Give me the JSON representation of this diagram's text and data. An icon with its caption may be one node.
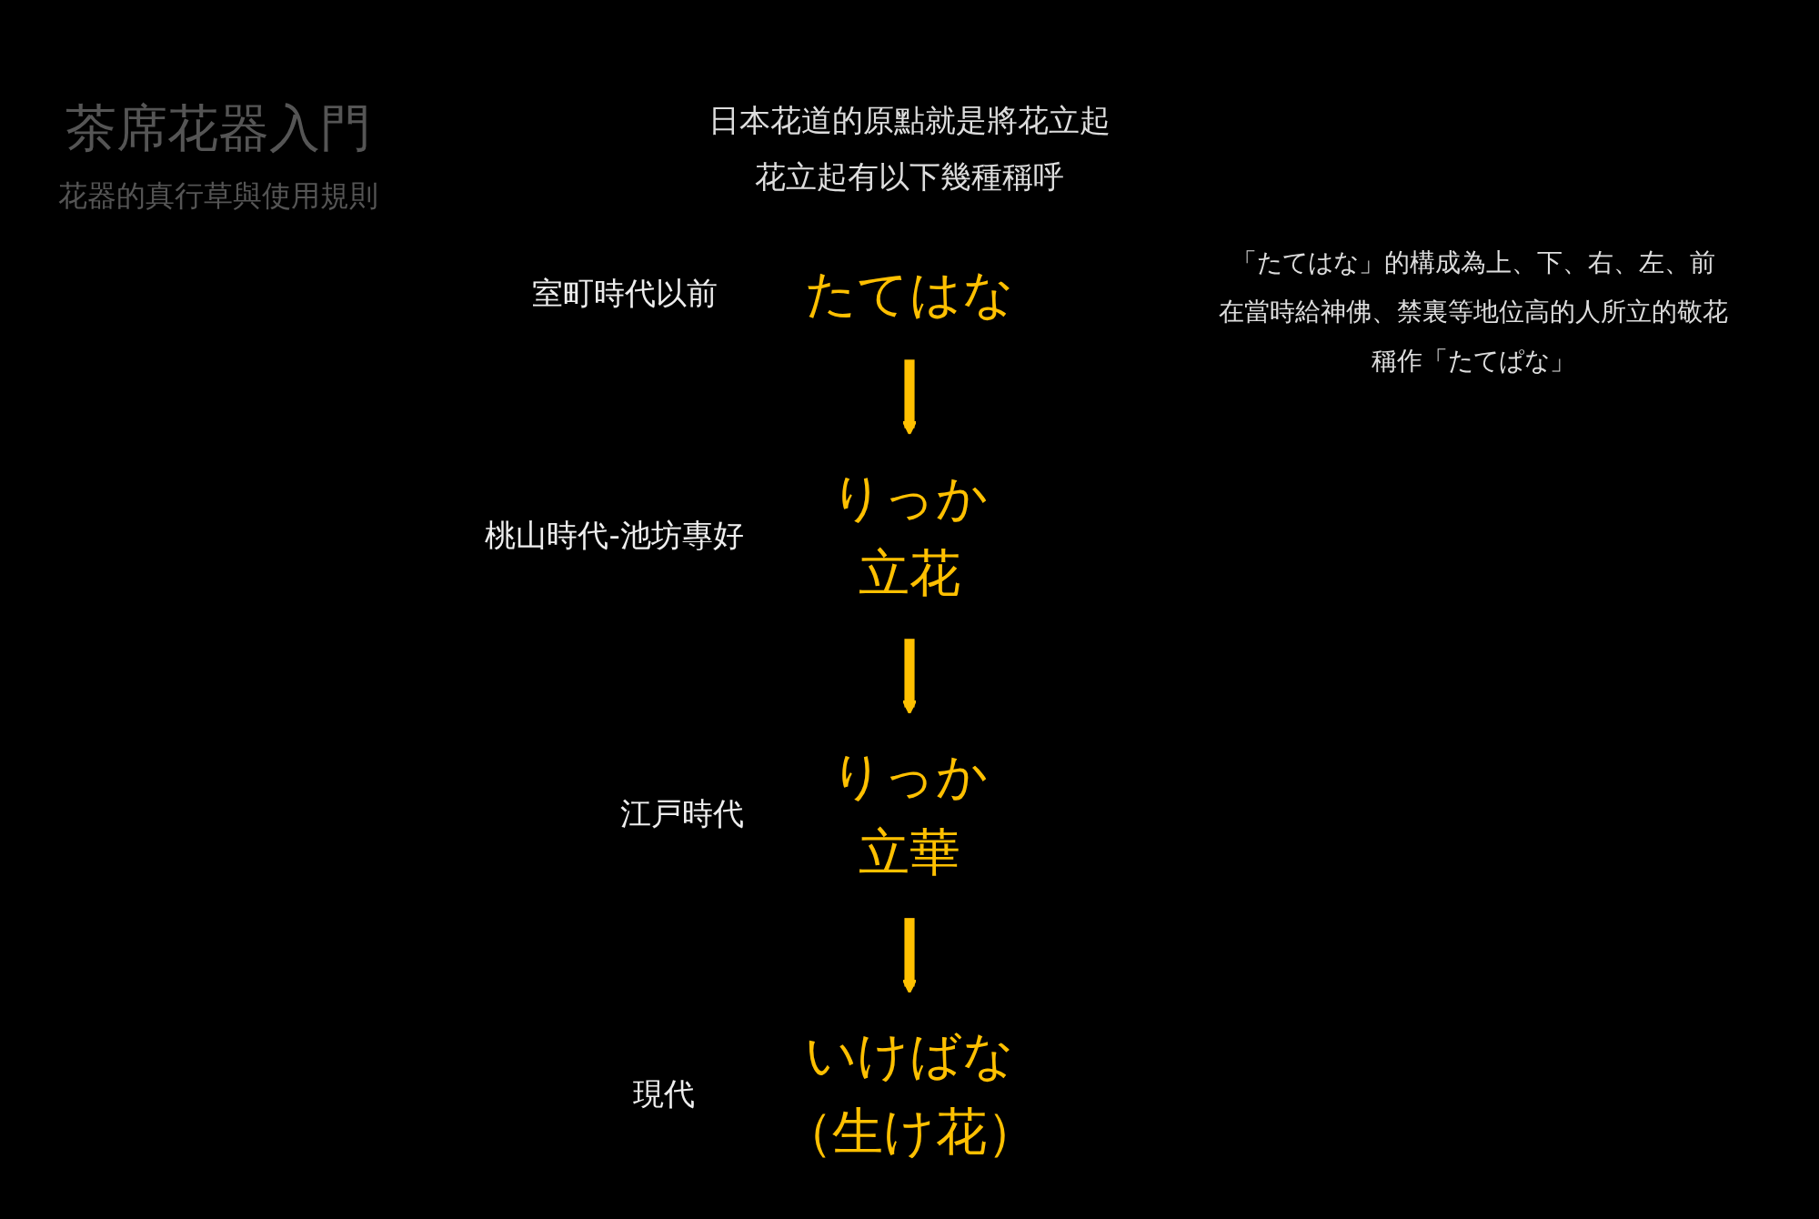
{
  "diagram": {
    "title": "茶席花器入門",
    "nodes": [
      {
        "text": [
          "たてはな"
        ],
        "beside": [
          "室町時代以前"
        ]
      },
      {
        "text": [
          "りっか",
          "立花"
        ],
        "beside": [
          "桃山時代-池坊專好"
        ]
      },
      {
        "text": [
          "りっか",
          "立華"
        ],
        "beside": [
          "江戸時代"
        ]
      },
      {
        "text": [
          "いけばな",
          "（生け花）"
        ],
        "beside": [
          "現代"
        ]
      }
    ],
    "edges": [
      {
        "from": 0,
        "to": 1,
        "arrow": "to"
      },
      {
        "from": 1,
        "to": 2,
        "arrow": "to"
      },
      {
        "from": 2,
        "to": 3,
        "arrow": "to"
      }
    ],
    "labels": [
      "花器的真行草與使用規則",
      "日本花道的原點就是將花立起",
      "花立起有以下幾種稱呼",
      "「たてはな」的構成為上、下、右、左、前",
      "在當時給神佛、禁裏等地位高的人所立的敬花",
      "稱作「たてぱな」"
    ]
  }
}
